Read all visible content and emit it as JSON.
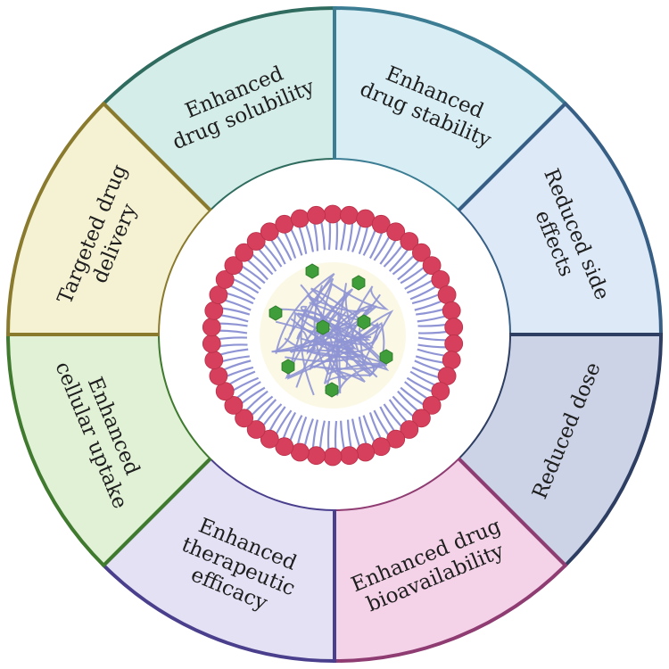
{
  "segments": [
    {
      "id": "solubility",
      "lines": [
        "Enhanced",
        "drug solubility"
      ],
      "fill": "#d5ede8",
      "stroke": "#2f6b5e"
    },
    {
      "id": "stability",
      "lines": [
        "Enhanced",
        "drug stability"
      ],
      "fill": "#d9eef4",
      "stroke": "#3c7d93"
    },
    {
      "id": "side-effects",
      "lines": [
        "Reduced side",
        "effects"
      ],
      "fill": "#dde9f6",
      "stroke": "#375f86"
    },
    {
      "id": "dose",
      "lines": [
        "Reduced dose"
      ],
      "fill": "#ccd3e6",
      "stroke": "#2d3e62"
    },
    {
      "id": "bioavailability",
      "lines": [
        "Enhanced drug",
        "bioavailability"
      ],
      "fill": "#f4d3e8",
      "stroke": "#8e3c71"
    },
    {
      "id": "efficacy",
      "lines": [
        "Enhanced",
        "therapeutic",
        "efficacy"
      ],
      "fill": "#e3e1f3",
      "stroke": "#4a3f8d"
    },
    {
      "id": "uptake",
      "lines": [
        "Enhanced",
        "cellular uptake"
      ],
      "fill": "#e0f1d6",
      "stroke": "#3f7a2f"
    },
    {
      "id": "targeted",
      "lines": [
        "Targeted drug",
        "delivery"
      ],
      "fill": "#f5f2d4",
      "stroke": "#8a7a2e"
    }
  ],
  "center": {
    "head_color": "#d6405c",
    "tail_color": "#8f95d4",
    "core_color": "#fbf8e6",
    "drug_color": "#3f9e3a"
  }
}
